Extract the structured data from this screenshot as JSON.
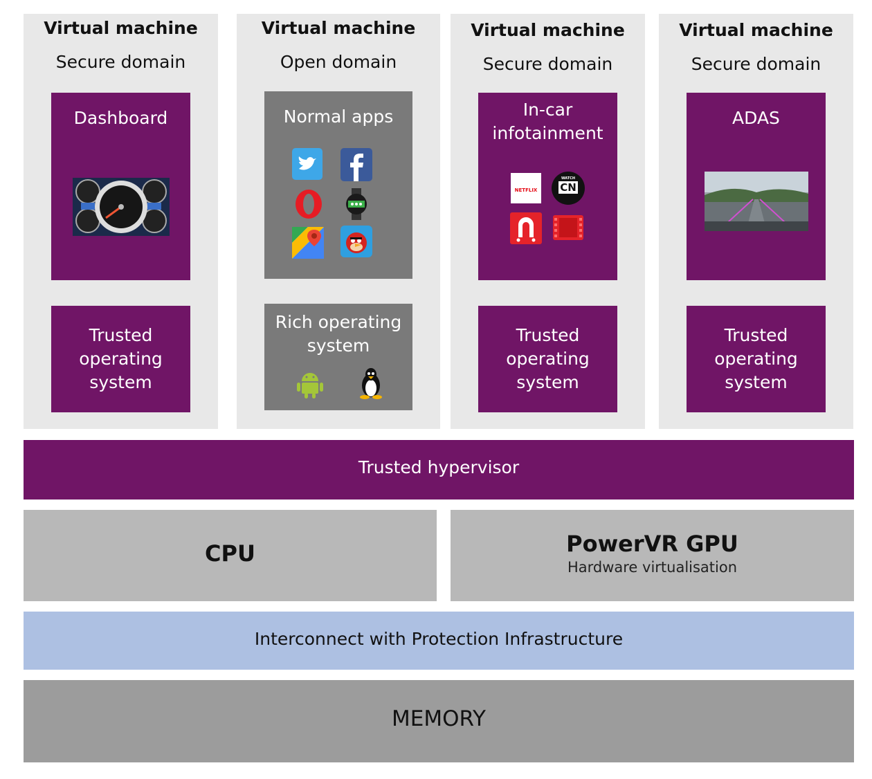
{
  "vms": [
    {
      "title": "Virtual machine",
      "domain": "Secure domain",
      "app_title": "Dashboard",
      "os": [
        "Trusted",
        "operating",
        "system"
      ]
    },
    {
      "title": "Virtual machine",
      "domain": "Open domain",
      "app_title": "Normal apps",
      "os": [
        "Rich operating",
        "system"
      ]
    },
    {
      "title": "Virtual machine",
      "domain": "Secure domain",
      "app_title": [
        "In-car",
        "infotainment"
      ],
      "os": [
        "Trusted",
        "operating",
        "system"
      ]
    },
    {
      "title": "Virtual machine",
      "domain": "Secure domain",
      "app_title": "ADAS",
      "os": [
        "Trusted",
        "operating",
        "system"
      ]
    }
  ],
  "icons": {
    "netflix": "NETFLIX",
    "cn_watch": "WATCH",
    "cn": "CN"
  },
  "hypervisor": "Trusted hypervisor",
  "cpu": "CPU",
  "gpu": {
    "title": "PowerVR GPU",
    "subtitle": "Hardware virtualisation"
  },
  "interconnect": "Interconnect with Protection Infrastructure",
  "memory": "MEMORY",
  "colors": {
    "purple": "#701566",
    "panel": "#e8e8e8",
    "app_grey": "#7a7a7a",
    "hw_grey": "#b8b8b8",
    "interconnect": "#adc0e2",
    "memory": "#9c9c9c"
  }
}
